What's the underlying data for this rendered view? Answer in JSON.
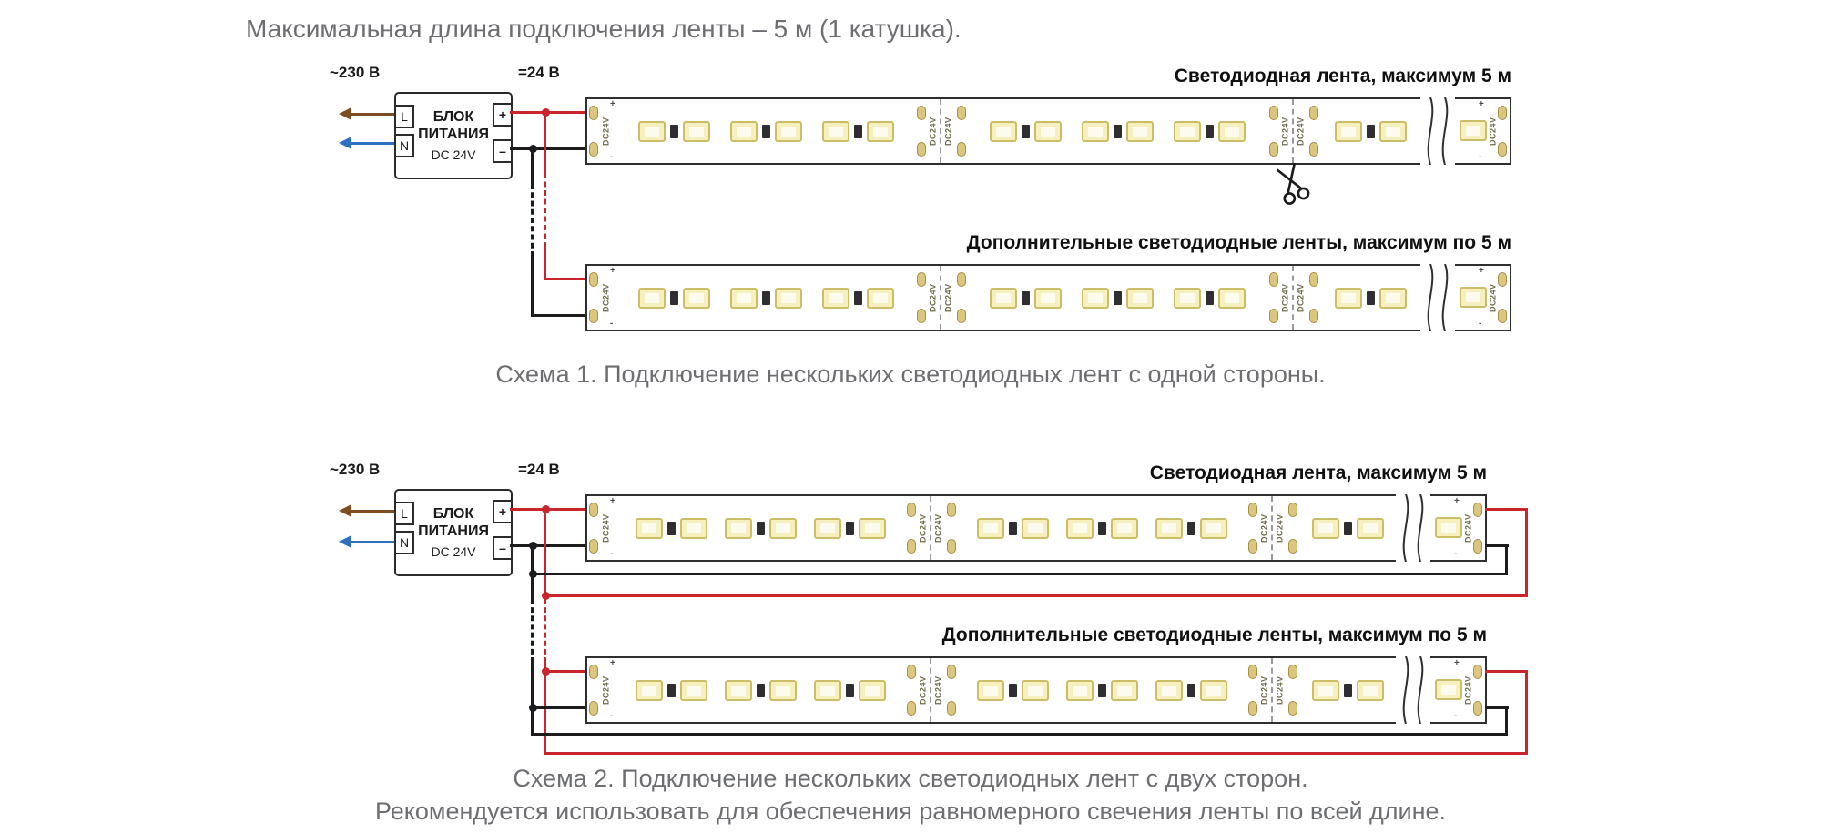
{
  "title": "Максимальная длина подключения ленты – 5 м (1 катушка).",
  "psu": {
    "input_voltage": "~230 В",
    "output_voltage": "=24 В",
    "line1": "БЛОК",
    "line2": "ПИТАНИЯ",
    "line3": "DC 24V",
    "terminal_l": "L",
    "terminal_n": "N",
    "terminal_plus": "+",
    "terminal_minus": "–"
  },
  "strip": {
    "connector_label": "DC24V",
    "plus": "+",
    "minus": "-"
  },
  "strip_structure": {
    "segments_clusters": [
      3,
      3,
      1
    ],
    "leds_per_cluster": 2
  },
  "scheme1": {
    "strip1_label": "Светодиодная лента, максимум 5 м",
    "strip2_label": "Дополнительные светодиодные ленты, максимум по 5 м",
    "caption": "Схема 1. Подключение нескольких светодиодных лент с одной стороны."
  },
  "scheme2": {
    "strip1_label": "Светодиодная лента, максимум 5 м",
    "strip2_label": "Дополнительные светодиодные ленты, максимум по 5 м",
    "caption": "Схема 2. Подключение нескольких светодиодных лент с двух сторон.",
    "note": "Рекомендуется использовать для обеспечения равномерного свечения ленты по всей длине."
  },
  "colors": {
    "wire_positive": "#c9252b",
    "wire_negative": "#1c1c1e",
    "arrow_phase": "#7d4e21",
    "arrow_neutral": "#2e6fc2",
    "strip_border": "#2f2f31",
    "led_fill": "#f6f0bf",
    "led_border": "#ccbd68",
    "pad_fill": "#dbc67f",
    "pad_border": "#a98e45",
    "text_gray": "#6d6e71",
    "text_dark": "#1a1a1a",
    "dc_label": "#6e6a4a"
  }
}
